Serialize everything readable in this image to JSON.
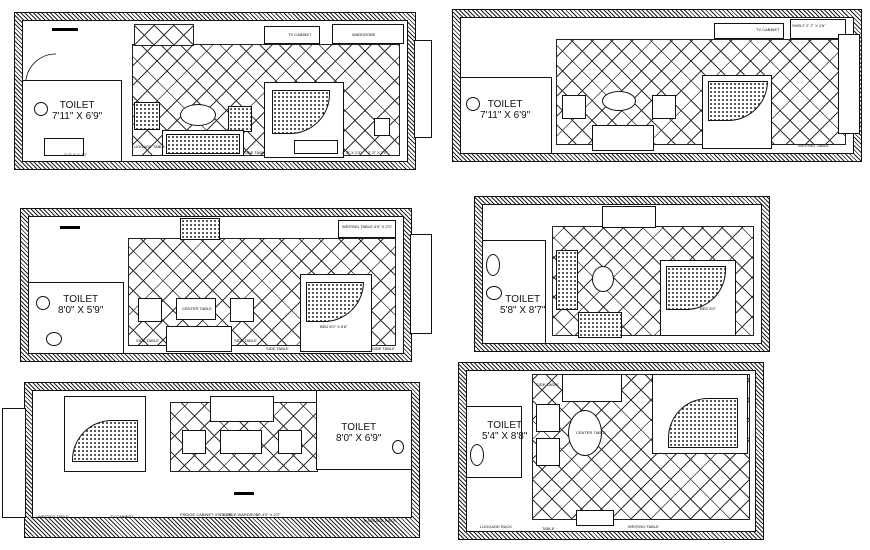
{
  "plans": [
    {
      "toilet_title": "TOILET",
      "toilet_size": "7'11\" X 6'9\"",
      "labels": [
        "TV CABINET",
        "WARDROBE",
        "LUGGAGE TABLE",
        "SIDE TABLE",
        "2'-3\" X 1'3\"",
        "2'-3\" X 2'0\"",
        "2'-0\" X 1'-10\""
      ]
    },
    {
      "toilet_title": "TOILET",
      "toilet_size": "7'11\" X 6'9\"",
      "labels": [
        "TV CABINET",
        "SHELF 2'-7\" X 1'6\"",
        "WRITING TABLE"
      ]
    },
    {
      "toilet_title": "TOILET",
      "toilet_size": "8'0\" X 5'9\"",
      "labels": [
        "WRITING TABLE 4'0\" X 2'0\"",
        "CENTER TABLE",
        "SIDE TABLE",
        "SIDE TABLE",
        "SIDE TABLE",
        "SIDE TABLE",
        "BED 6'0\" X 6'6\""
      ]
    },
    {
      "toilet_title": "TOILET",
      "toilet_size": "5'8\" X 8'7\"",
      "labels": [
        "BED 6'0\""
      ]
    },
    {
      "toilet_title": "TOILET",
      "toilet_size": "8'0\" X 6'9\"",
      "labels": [
        "WRITING TABLE",
        "TV CABINET",
        "DOUBLE WARDROBE 4'0\" X 2'0\"",
        "FRIDGE CABINET 4'0\" X 2'0\"",
        "LUGGAGE RACK"
      ]
    },
    {
      "toilet_title": "TOILET",
      "toilet_size": "5'4\" X 8'8\"",
      "labels": [
        "SIDE TABLE",
        "CENTER TABLE",
        "LUGGAGE RACK",
        "TABLE",
        "WRITING TABLE"
      ]
    }
  ]
}
